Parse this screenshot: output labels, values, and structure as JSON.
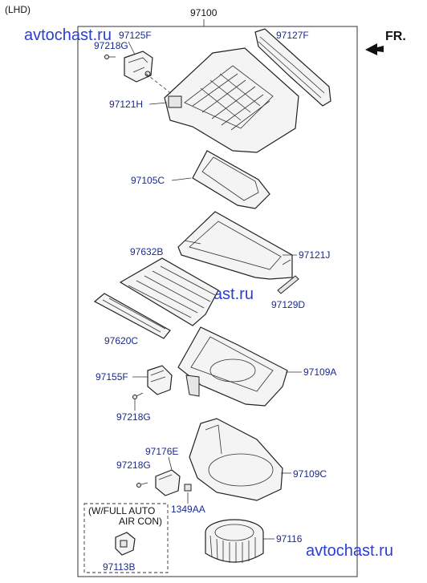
{
  "header": {
    "variant": "(LHD)",
    "assembly_number": "97100",
    "direction": "FR."
  },
  "watermark": "avtochast.ru",
  "parts": {
    "p97125F": "97125F",
    "p97218G_top": "97218G",
    "p97127F": "97127F",
    "p97121H": "97121H",
    "p97105C": "97105C",
    "p97632B": "97632B",
    "p97121J": "97121J",
    "p97129D": "97129D",
    "p97620C": "97620C",
    "p97155F": "97155F",
    "p97109A": "97109A",
    "p97218G_mid": "97218G",
    "p97176E": "97176E",
    "p97218G_low": "97218G",
    "p97109C": "97109C",
    "p1349AA": "1349AA",
    "p97116": "97116",
    "p97113B": "97113B"
  },
  "option_box": {
    "line1": "(W/FULL AUTO",
    "line2": "AIR CON)"
  }
}
